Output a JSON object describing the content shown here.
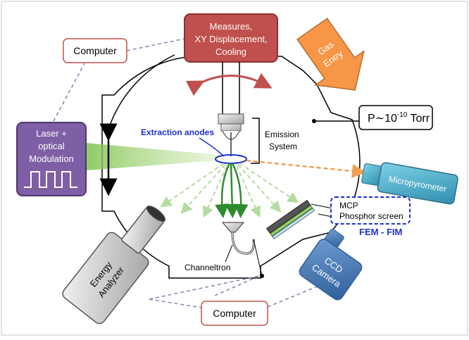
{
  "measures_box": {
    "lines": [
      "Measures,",
      "XY Displacement,",
      "Cooling"
    ],
    "fill": "#c0504d",
    "border": "#8c3230"
  },
  "gas_entry": {
    "lines": [
      "Gas",
      "Entry"
    ],
    "fill": "#f79646",
    "border": "#b66d2f"
  },
  "computer_top": {
    "label": "Computer",
    "border": "#c0504d"
  },
  "computer_bottom": {
    "label": "Computer",
    "border": "#c0504d"
  },
  "laser_box": {
    "lines": [
      "Laser +",
      "optical",
      "Modulation"
    ],
    "fill": "#7e5fa6",
    "border": "#4b3a6b"
  },
  "pressure": {
    "prefix": "P∼10",
    "exponent": "-10",
    "suffix": " Torr"
  },
  "labels": {
    "extraction_anodes": "Extraction anodes",
    "emission_system": [
      "Emission",
      "System"
    ],
    "channeltron": "Channeltron",
    "mcp": "MCP",
    "phosphor_screen": "Phosphor screen",
    "fem_fim": "FEM - FIM"
  },
  "micropyrometer": {
    "label": "Micropyrometer",
    "fill": "#4bacc6"
  },
  "ccd_camera": {
    "lines": [
      "CCD",
      "Camera"
    ],
    "fill": "#4f81bd"
  },
  "energy_analyzer": {
    "lines": [
      "Energy",
      "Analyzer"
    ],
    "fill": "#d9d9d9"
  },
  "colors": {
    "accent_blue": "#1f2fd0",
    "laser_beam": "#9bd36f",
    "electron_green": "#2e8b2e",
    "dashed_connector": "#8a7fb5",
    "pyrometer_beam": "#f0a050"
  }
}
